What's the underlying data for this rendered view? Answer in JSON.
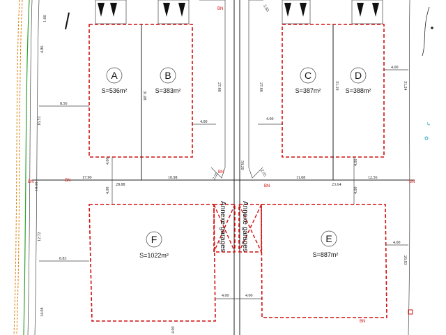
{
  "lots": [
    {
      "id": "A",
      "area": "S=536m²"
    },
    {
      "id": "B",
      "area": "S=383m²"
    },
    {
      "id": "C",
      "area": "S=387m²"
    },
    {
      "id": "D",
      "area": "S=388m²"
    },
    {
      "id": "F",
      "area": "S=1022m²"
    },
    {
      "id": "E",
      "area": "S=887m²"
    }
  ],
  "annex": {
    "left": "Annexe garages",
    "right": "Annexe garages"
  },
  "bn_label": "BN",
  "dimensions": {
    "d_1_66": "1.66",
    "d_4_86": "4.86",
    "d_8_56": "8.56",
    "d_16_51": "16.51",
    "d_10_16": "10.16",
    "d_12_72": "12.72",
    "d_8_83": "8.83",
    "d_14_08": "14.08",
    "d_31_08": "31.08",
    "d_27_88a": "27.88",
    "d_27_88b": "27.88",
    "d_31_19": "31.19",
    "d_31_24": "31.24",
    "d_4_00_top_mid": "4.00",
    "d_4_00_top_right": "4.00",
    "d_4_00_left": "4.00",
    "d_4_00_a": "4.00",
    "d_4_00_b": "4.00",
    "d_4_00_c": "4.00",
    "d_4_00_d": "4.00",
    "d_4_00_e": "4.00",
    "d_4_00_f": "4.00",
    "d_4_00_g": "4.00",
    "d_4_00_h": "4.00",
    "d_17_90": "17.90",
    "d_28_88": "28.88",
    "d_10_98": "10.98",
    "d_2_05a": "2.05",
    "d_2_05b": "2.05",
    "d_58_20": "58.20",
    "d_11_08": "11.08",
    "d_23_64": "23.64",
    "d_12_56": "12.56",
    "d_26_83": "26.83",
    "d_2_83": "2.83"
  }
}
